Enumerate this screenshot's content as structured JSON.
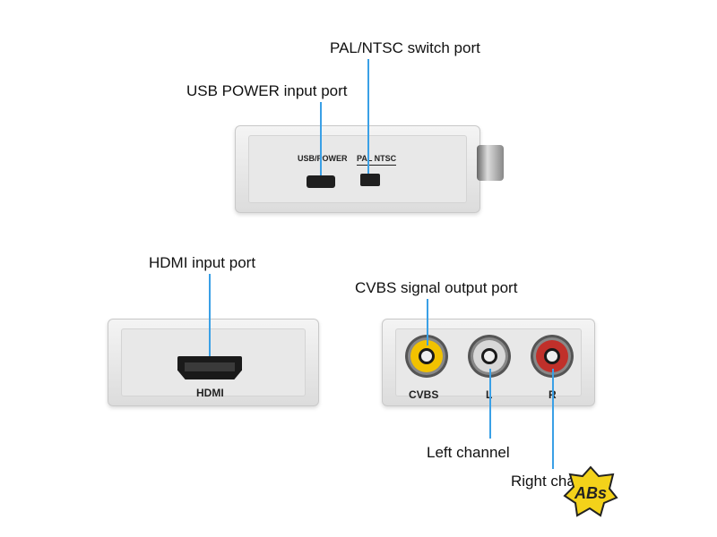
{
  "callouts": {
    "pal_ntsc": "PAL/NTSC switch port",
    "usb_power": "USB POWER input port",
    "hdmi": "HDMI  input port",
    "cvbs": "CVBS signal output port",
    "left": "Left channel",
    "right": "Right cha"
  },
  "device_labels": {
    "usb_power": "USB/POWER",
    "pal_ntsc": "PAL NTSC",
    "hdmi": "HDMI",
    "cvbs": "CVBS",
    "l": "L",
    "r": "R"
  },
  "logo": {
    "text": "ABs"
  },
  "colors": {
    "callout_line": "#3aa0e6",
    "rca_yellow": "#f2c200",
    "rca_white": "#d8d8d8",
    "rca_red": "#c0302a"
  }
}
